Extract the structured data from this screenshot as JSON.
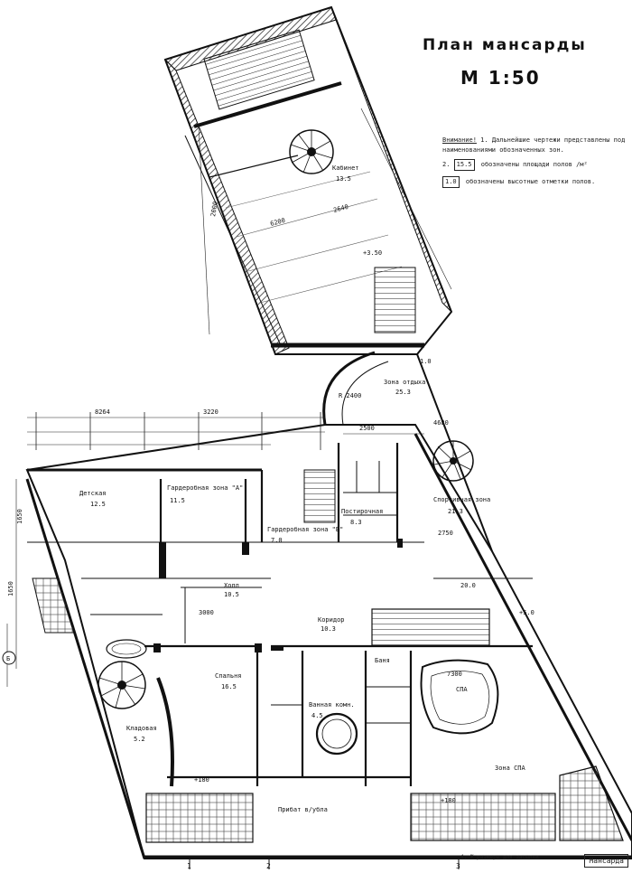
{
  "title": "План мансарды",
  "scale": "М 1:50",
  "notes": {
    "heading": "Внимание!",
    "item1_num": "1.",
    "item1": "Дальнейшие чертежи представлены под наименованиями обозначенных зон.",
    "item2_num": "2.",
    "item2_box": "15.5",
    "item2": "обозначены площади полов /м²",
    "item3_box": "1.0",
    "item3": "обозначены высотные отметки полов."
  },
  "rooms": {
    "kabinet": "Кабинет",
    "zona_otdykha": "Зона отдыха",
    "detskaya": "Детская",
    "garderobnaya_a": "Гардеробная зона \"А\"",
    "garderobnaya_b": "Гардеробная зона \"Б\"",
    "postirochnaya": "Постирочная",
    "sportivnaya": "Спортивная зона",
    "kholl": "Холл",
    "koridor": "Коридор",
    "spalnya": "Спальня",
    "vannaya": "Ванная комн.",
    "banya": "Баня",
    "spa": "СПА",
    "zona_spa": "Зона СПА",
    "kladovaya": "Кладовая",
    "pribavka": "Прибат в/убла"
  },
  "areas": {
    "kabinet": "13.5",
    "zona_otdykha": "25.3",
    "detskaya": "12.5",
    "garderobnaya_a": "11.5",
    "garderobnaya_b": "7.0",
    "postirochnaya": "8.3",
    "sportivnaya": "21.3",
    "kholl": "10.5",
    "koridor": "10.3",
    "spalnya": "16.5",
    "vannaya": "4.5",
    "kladovaya": "5.2",
    "spa": "20.0"
  },
  "marks": {
    "m1": "1.0",
    "m2": "+5.0",
    "m3": "+3.50",
    "m4": "+180",
    "m5": "+180"
  },
  "dims": {
    "d1": "8264",
    "d2": "3220",
    "d3": "6200",
    "d4": "2640",
    "d5": "2500",
    "d6": "R 2400",
    "d7": "4680",
    "d8": "1650",
    "d9": "1650",
    "d10": "2000",
    "d11": "2750",
    "d12": "7300",
    "d13": "3000"
  },
  "axes": {
    "a1": "1",
    "a2": "2",
    "a3": "3",
    "aB": "Б"
  },
  "footer": {
    "note": "4. Ж размеры для засылки",
    "stamp": "Мансарда"
  }
}
